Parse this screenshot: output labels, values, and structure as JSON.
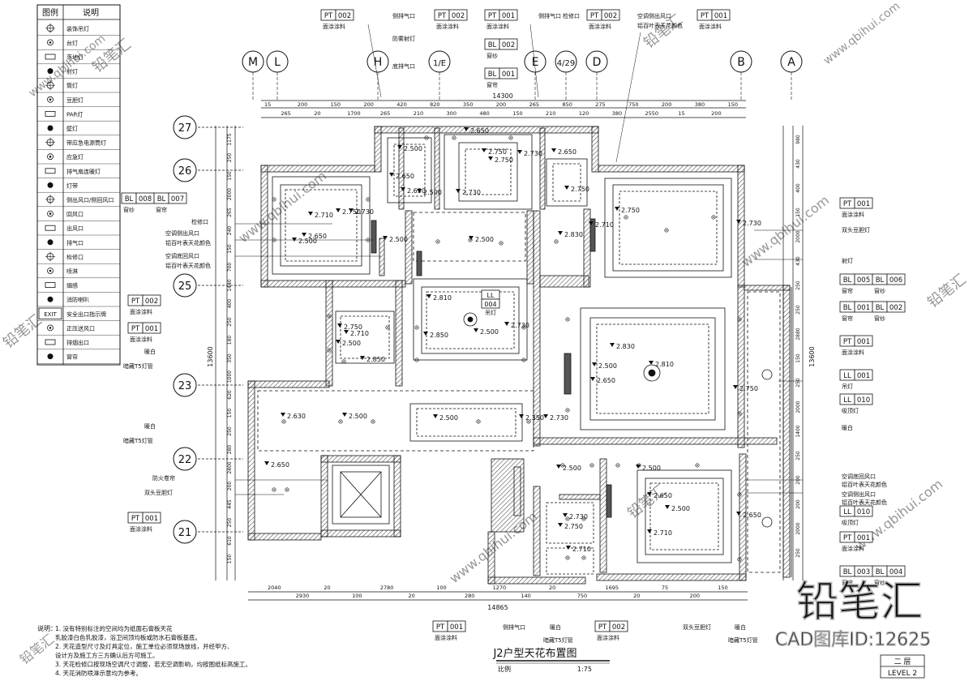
{
  "legend": {
    "header_icon": "图例",
    "header_desc": "说明",
    "items": [
      {
        "icon": "chandelier-icon",
        "label": "装饰吊灯"
      },
      {
        "icon": "table-lamp-icon",
        "label": "台灯"
      },
      {
        "icon": "recessed-light-icon",
        "label": "落地灯"
      },
      {
        "icon": "spotlight-icon",
        "label": "射灯"
      },
      {
        "icon": "downlight-icon",
        "label": "筒灯"
      },
      {
        "icon": "bean-gall-light-icon",
        "label": "豆胆灯"
      },
      {
        "icon": "par-light-icon",
        "label": "PAR灯"
      },
      {
        "icon": "wall-lamp-icon",
        "label": "壁灯"
      },
      {
        "icon": "emergency-light-icon",
        "label": "带应急电源筒灯"
      },
      {
        "icon": "emergency-lamp-icon",
        "label": "应急灯"
      },
      {
        "icon": "exhaust-heater-icon",
        "label": "排气扇连暖灯"
      },
      {
        "icon": "light-strip-icon",
        "label": "灯带"
      },
      {
        "icon": "side-vent-icon",
        "label": "侧出风口/侧回风口"
      },
      {
        "icon": "return-vent-icon",
        "label": "回风口"
      },
      {
        "icon": "supply-vent-icon",
        "label": "出风口"
      },
      {
        "icon": "exhaust-vent-icon",
        "label": "排气口"
      },
      {
        "icon": "access-panel-icon",
        "label": "检修口"
      },
      {
        "icon": "sprinkler-icon",
        "label": "喷淋"
      },
      {
        "icon": "smoke-detector-icon",
        "label": "烟感"
      },
      {
        "icon": "fire-broadcast-icon",
        "label": "消防喇叭"
      },
      {
        "icon": "exit-sign-icon",
        "label": "安全出口指示牌"
      },
      {
        "icon": "smoke-exhaust-icon",
        "label": "正压送风口"
      },
      {
        "icon": "smoke-vent-icon",
        "label": "排烟出口"
      },
      {
        "icon": "curtain-icon",
        "label": "窗帘"
      }
    ]
  },
  "grid_top": [
    "M",
    "L",
    "H",
    "1/E",
    "E",
    "4/29",
    "D",
    "B",
    "A"
  ],
  "grid_left": [
    "27",
    "26",
    "25",
    "23",
    "22",
    "21"
  ],
  "dims_top_row1": [
    "15",
    "265",
    "200",
    "20",
    "150",
    "1700",
    "200",
    "265",
    "420",
    "210",
    "820",
    "300",
    "350",
    "480",
    "200",
    "150",
    "265",
    "210",
    "850",
    "120",
    "275",
    "380",
    "750",
    "2550",
    "200",
    "15",
    "380",
    "200",
    "150"
  ],
  "dims_top_total": "14300",
  "dims_bottom": [
    "2040",
    "2930",
    "20",
    "100",
    "2780",
    "20",
    "100",
    "280",
    "1270",
    "140",
    "20",
    "750",
    "1695",
    "20",
    "75",
    "200",
    "150"
  ],
  "dims_bottom_total": "14865",
  "dims_left_total": "13600",
  "dims_right_total": "13600",
  "dims_left": [
    "1175",
    "250",
    "150",
    "2000",
    "265",
    "240",
    "150",
    "700",
    "1440",
    "400",
    "250",
    "180",
    "350",
    "1000",
    "620",
    "150",
    "250",
    "280",
    "2400",
    "200",
    "445",
    "250",
    "610",
    "150"
  ],
  "dims_right": [
    "980",
    "430",
    "400",
    "150",
    "2000",
    "430",
    "250",
    "250",
    "2880",
    "150",
    "250",
    "2000",
    "1400",
    "250",
    "200",
    "200",
    "2000",
    "250"
  ],
  "heights": [
    "2.650",
    "2.750",
    "2.500",
    "2.730",
    "2.650",
    "2.730",
    "2.750",
    "2.710",
    "2.650",
    "2.750",
    "2.500",
    "2.630",
    "2.500",
    "2.730",
    "2.750",
    "2.650",
    "2.710",
    "2.500",
    "2.500",
    "2.830",
    "2.810",
    "2.850",
    "2.500",
    "2.730",
    "2.750",
    "2.710",
    "2.500",
    "2.850",
    "2.830",
    "2.810",
    "2.650",
    "2.500",
    "2.750",
    "2.730",
    "2.500",
    "2.350",
    "2.500",
    "2.650",
    "2.630",
    "2.500",
    "2.500",
    "2.730",
    "2.750",
    "2.710",
    "2.650",
    "2.500",
    "2.710",
    "2.650",
    "2.730",
    "2.750"
  ],
  "tags_top": [
    {
      "code": "PT",
      "num": "002",
      "note": "面涂涂料"
    },
    {
      "code": "PT",
      "num": "002",
      "note": "面涂涂料"
    },
    {
      "code": "PT",
      "num": "001",
      "note": "面涂涂料"
    },
    {
      "code": "PT",
      "num": "002",
      "note": "面涂涂料"
    },
    {
      "code": "PT",
      "num": "001",
      "note": "面涂涂料"
    }
  ],
  "tags_top_mid": [
    {
      "code": "BL",
      "num": "002",
      "note": "窗纱"
    },
    {
      "code": "BL",
      "num": "001",
      "note": "窗帘"
    }
  ],
  "notes_top": [
    "侧排气口",
    "防雾射灯",
    "底排气口",
    "侧排气口",
    "检修口",
    "空调侧出风口",
    "铝百叶表天花颜色"
  ],
  "tags_left": [
    {
      "code": "BL",
      "num": "008",
      "note": "窗纱"
    },
    {
      "code": "BL",
      "num": "007",
      "note": "窗帘"
    },
    {
      "code": "PT",
      "num": "002",
      "note": "面涂涂料"
    },
    {
      "code": "PT",
      "num": "001",
      "note": "面涂涂料"
    },
    {
      "code": "PT",
      "num": "001",
      "note": "面涂涂料"
    }
  ],
  "notes_left": [
    "检修口",
    "空调侧出风口",
    "铝百叶表天花颜色",
    "空调底回风口",
    "铝百叶表天花颜色",
    "暖白",
    "暗藏T5灯管",
    "暖白",
    "暗藏T5灯管",
    "防火卷帘",
    "双头豆胆灯"
  ],
  "tags_right": [
    {
      "code": "PT",
      "num": "001",
      "note": "面涂涂料"
    },
    {
      "code": "BL",
      "num": "005",
      "note": "窗帘"
    },
    {
      "code": "BL",
      "num": "006",
      "note": "窗纱"
    },
    {
      "code": "BL",
      "num": "001",
      "note": "窗帘"
    },
    {
      "code": "BL",
      "num": "002",
      "note": "窗纱"
    },
    {
      "code": "PT",
      "num": "001",
      "note": "面涂涂料"
    },
    {
      "code": "LL",
      "num": "001",
      "note": "吊灯"
    },
    {
      "code": "LL",
      "num": "010",
      "note": "吸顶灯"
    },
    {
      "code": "LL",
      "num": "010",
      "note": "吸顶灯"
    },
    {
      "code": "PT",
      "num": "001",
      "note": "面涂涂料"
    },
    {
      "code": "BL",
      "num": "003",
      "note": "窗帘"
    },
    {
      "code": "BL",
      "num": "004",
      "note": "窗纱"
    }
  ],
  "notes_right": [
    "双头豆胆灯",
    "射灯",
    "暖白",
    "空调底回风口",
    "铝百叶表天花颜色",
    "空调侧出风口",
    "铝百叶表天花颜色"
  ],
  "tag_center": {
    "code": "LL",
    "num": "004",
    "note": "吊灯"
  },
  "tags_bottom": [
    {
      "code": "PT",
      "num": "001",
      "note": "面涂涂料"
    },
    {
      "code": "PT",
      "num": "002",
      "note": "面涂涂料"
    }
  ],
  "notes_bottom": [
    "侧排气口",
    "暖白",
    "暗藏T5灯管",
    "双头豆胆灯",
    "暖白",
    "暗藏T5灯管"
  ],
  "general_notes": {
    "heading": "说明：",
    "lines": [
      "1. 没有特别标注的空间均为纸面石膏板天花",
      "    乳胶漆白色乳胶漆，浴卫间顶均板或防水石膏板基底。",
      "2. 天花造型尺寸及灯具定位，施工单位必须现场放线，并经甲方、",
      "    设计方及施工方三方确认后方可施工。",
      "3. 天花检修口按现场空调尺寸调整，若无空调影响，均按图纸标高施工。",
      "4. 天花消防喷淋示意均为参考。"
    ]
  },
  "drawing_title": "J2户型天花布置图",
  "scale_label": "比例",
  "scale_value": "1:75",
  "floor_label": "二 层",
  "level_label": "LEVEL 2",
  "watermark_main": "铅笔汇",
  "watermark_id": "CAD图库ID:12625",
  "watermark_url": "www.qbihui.com",
  "watermark_brand": "铅笔汇",
  "colors": {
    "line": "#111111",
    "hatch": "#8a8a8a",
    "watermark": "#c8c8c8"
  }
}
